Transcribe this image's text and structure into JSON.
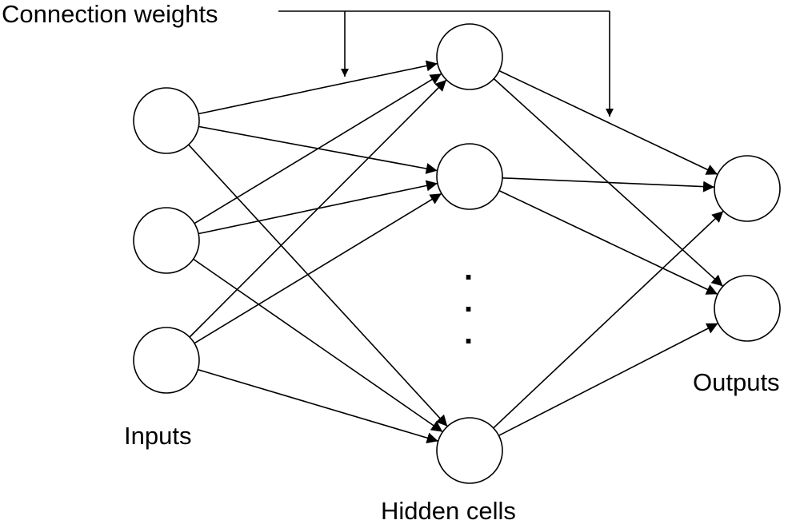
{
  "labels": {
    "connection_weights": "Connection weights",
    "inputs": "Inputs",
    "hidden_cells": "Hidden cells",
    "outputs": "Outputs",
    "ellipsis": "."
  },
  "colors": {
    "stroke": "#000000",
    "fill": "#ffffff"
  },
  "network": {
    "input_count": 3,
    "hidden_visible_count": 3,
    "output_count": 2,
    "hidden_gap_after_index": 2
  }
}
